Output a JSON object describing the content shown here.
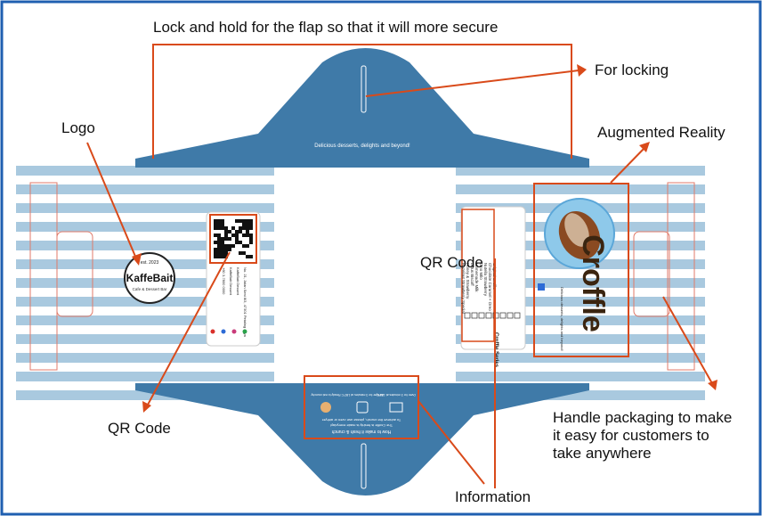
{
  "callouts": {
    "top": "Lock and hold for the flap so that it will more secure",
    "locking": "For locking",
    "logo": "Logo",
    "ar": "Augmented Reality",
    "qr_mid": "QR Code",
    "qr_bottom": "QR Code",
    "handle_line1": "Handle packaging to make",
    "handle_line2": "it easy for customers to",
    "handle_line3": "take anywhere",
    "information": "Information"
  },
  "flap_text": "Delicious desserts, delights and beyond!",
  "logo_badge": {
    "top": "est. 2023",
    "name": "KaffeBait",
    "script": "Cafe & Dessert Bar"
  },
  "contact_lines": [
    "No. 21, Jalan Seni 8/3, 47301 Petaling Jaya",
    "KaffeBait Dessert",
    "KaffeBait Dessert",
    "+60 3-7800 0000"
  ],
  "menu_title": "Croffle Series",
  "menu_items": [
    "Original Croffle",
    "Chocolate Caramel + Oreo",
    "Nutella Strawberry",
    "Dino Milo",
    "Homemade Milk",
    "Lotus Biscoff",
    "Honey & Strawberry",
    "Hazelnut Strawberry Special"
  ],
  "product_name": "Croffle",
  "product_tagline": "Delicious desserts, delights and beyond!",
  "info_panel": {
    "heading_1": "How to make it fresh & crunch",
    "heading_2": "The Croffle is freshly is made everyday!",
    "heading_3": "To achieve the crunch, please use oven or airfryer",
    "steps": [
      "Oven for 3 minutes at 180°C",
      "Airfryer for 3 minutes at 180°C",
      "Ready to eat crunchy"
    ]
  },
  "colors": {
    "stripe": "#a9c9df",
    "flap": "#3f7aa8",
    "callout": "#d94a1a",
    "frame": "#1f5fb0"
  }
}
